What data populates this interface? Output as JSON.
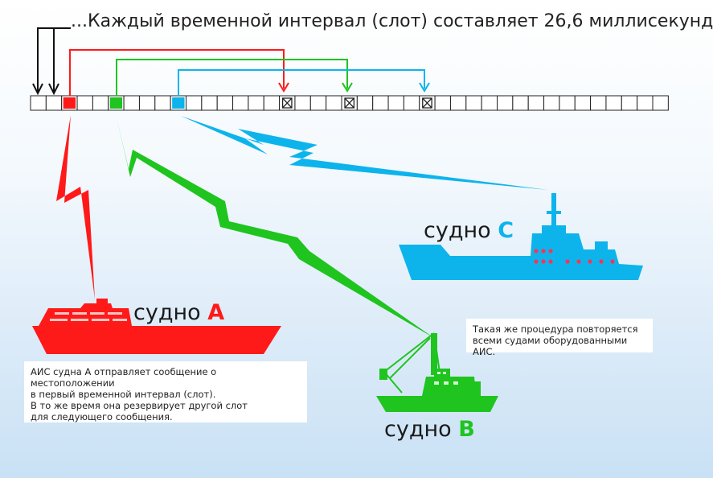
{
  "title": "...Каждый временной интервал (слот) составляет 26,6 миллисекунд",
  "colors": {
    "ship_a": "#ff1a1a",
    "ship_b": "#1fc41f",
    "ship_c": "#0db4ec",
    "arrow_black": "#111111"
  },
  "ships": {
    "a": {
      "word": "судно",
      "letter": "A"
    },
    "b": {
      "word": "судно",
      "letter": "B"
    },
    "c": {
      "word": "судно",
      "letter": "C"
    }
  },
  "notes": {
    "ship_a": {
      "line1": "АИС судна А отправляет сообщение о местоположении",
      "line2": "в первый временной интервал (слот).",
      "line3": "В то же время она резервирует другой слот",
      "line4": "для следующего сообщения."
    },
    "others": {
      "line1": "Такая же процедура повторяется",
      "line2": "всеми судами оборудованными АИС."
    }
  }
}
